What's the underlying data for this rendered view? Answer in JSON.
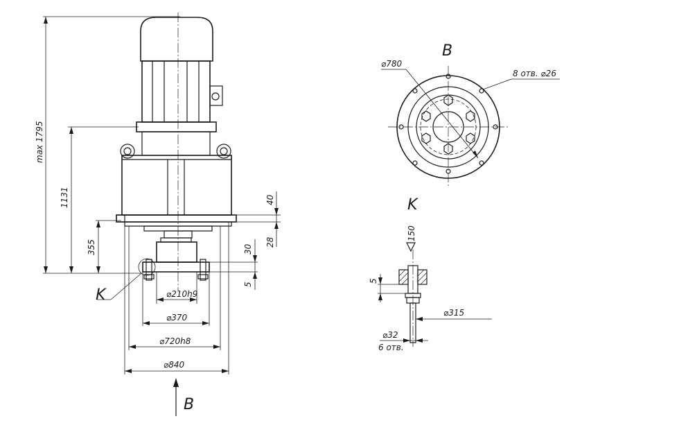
{
  "views": {
    "view_b_title": "B",
    "section_k_title": "K",
    "view_arrow_label": "B",
    "callout_k": "K"
  },
  "front_view": {
    "dim_height_max": "max 1795",
    "dim_1131": "1131",
    "dim_355": "355",
    "dim_40": "40",
    "dim_28": "28",
    "dim_30": "30",
    "dim_5": "5",
    "dia_210": "⌀210h9",
    "dia_370": "⌀370",
    "dia_720": "⌀720h8",
    "dia_840": "⌀840"
  },
  "view_b": {
    "dia_780": "⌀780",
    "holes_label": "8 отв. ⌀26"
  },
  "section_k": {
    "dim_150": "150",
    "dim_5": "5",
    "dia_315": "⌀315",
    "dia_32": "⌀32",
    "holes_label": "6 отв."
  }
}
